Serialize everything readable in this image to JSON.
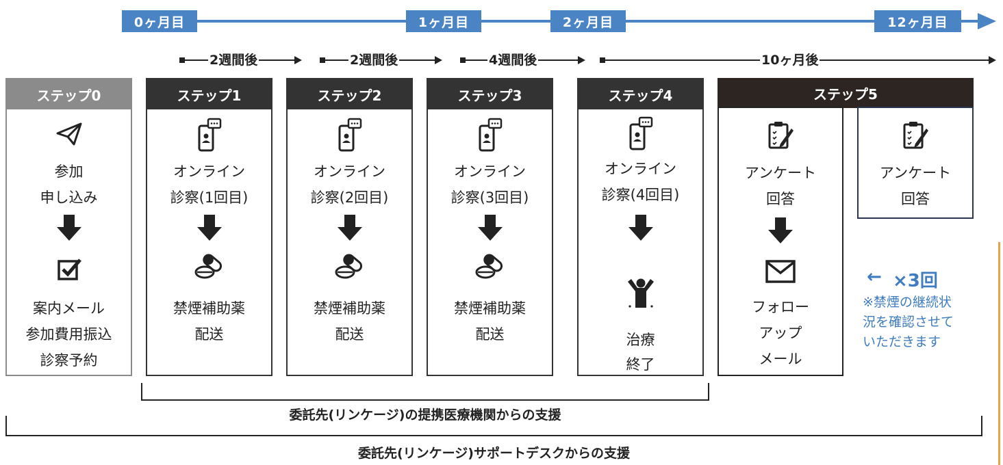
{
  "timeline": {
    "months": [
      "0ヶ月目",
      "1ヶ月目",
      "2ヶ月目",
      "12ヶ月目"
    ],
    "intervals": [
      "2週間後",
      "2週間後",
      "4週間後",
      "10ヶ月後"
    ],
    "color": "#4a84c4"
  },
  "steps": [
    {
      "title": "ステップ0",
      "line1": "参加",
      "line2": "申し込み",
      "icon_top": "paper-plane-icon",
      "icon_bottom": "checkbox-icon",
      "bottom1": "案内メール",
      "bottom2": "参加費用振込",
      "bottom3": "診察予約"
    },
    {
      "title": "ステップ1",
      "line1": "オンライン",
      "line2": "診察(1回目)",
      "icon_top": "phone-chat-icon",
      "icon_bottom": "pills-icon",
      "bottom1": "禁煙補助薬",
      "bottom2": "配送"
    },
    {
      "title": "ステップ2",
      "line1": "オンライン",
      "line2": "診察(2回目)",
      "icon_top": "phone-chat-icon",
      "icon_bottom": "pills-icon",
      "bottom1": "禁煙補助薬",
      "bottom2": "配送"
    },
    {
      "title": "ステップ3",
      "line1": "オンライン",
      "line2": "診察(3回目)",
      "icon_top": "phone-chat-icon",
      "icon_bottom": "pills-icon",
      "bottom1": "禁煙補助薬",
      "bottom2": "配送"
    },
    {
      "title": "ステップ4",
      "line1": "オンライン",
      "line2": "診察(4回目)",
      "icon_top": "phone-chat-icon",
      "icon_bottom": "celebrating-person-icon",
      "bottom1": "治療",
      "bottom2": "終了"
    }
  ],
  "step5": {
    "title": "ステップ5",
    "box1": {
      "line1": "アンケート",
      "line2": "回答",
      "icon_top": "clipboard-pen-icon",
      "icon_bottom": "envelope-icon",
      "bottom1": "フォロー",
      "bottom2": "アップ",
      "bottom3": "メール"
    },
    "box2": {
      "line1": "アンケート",
      "line2": "回答",
      "icon": "clipboard-pen-icon"
    },
    "repeat": {
      "arrow": "←",
      "label": "×3回"
    },
    "note": [
      "※禁煙の継続状",
      "況を確認させて",
      "いただきます"
    ]
  },
  "support": {
    "medical": "委託先(リンケージ)の提携医療機関からの支援",
    "desk": "委託先(リンケージ)サポートデスクからの支援"
  },
  "colors": {
    "accent_blue": "#4a84c4",
    "dark_header": "#333333",
    "gray_header": "#8b8b8b",
    "step5_header": "#2d2522",
    "note_blue": "#3f7cc0"
  }
}
